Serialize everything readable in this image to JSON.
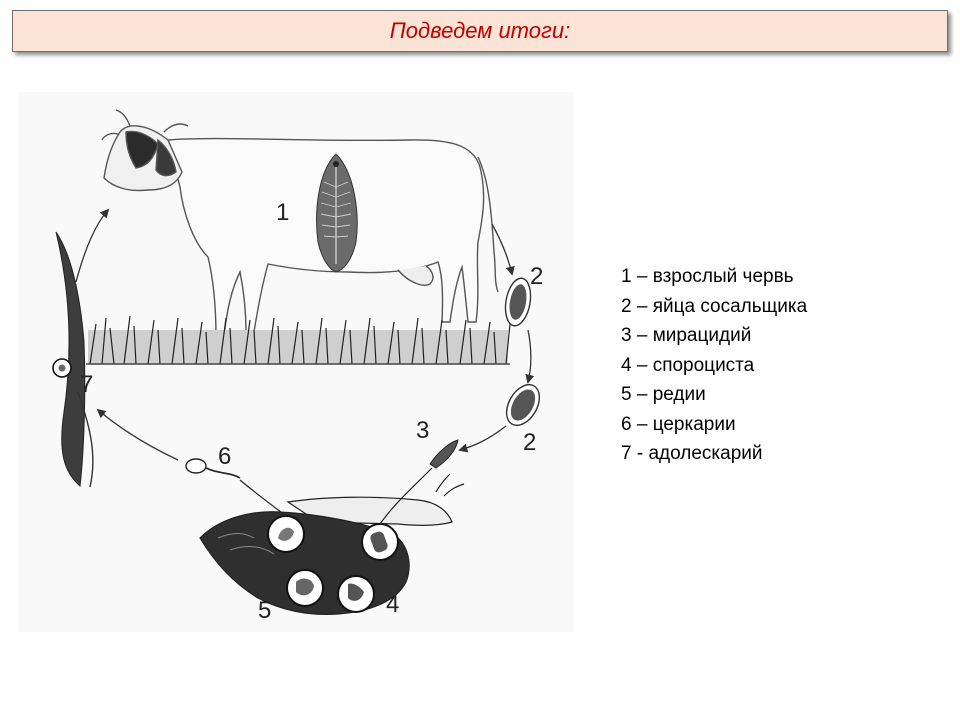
{
  "header": {
    "title": "Подведем итоги:"
  },
  "diagram": {
    "labels": {
      "l1": "1",
      "l2a": "2",
      "l2b": "2",
      "l3": "3",
      "l4": "4",
      "l5": "5",
      "l6": "6",
      "l7": "7"
    }
  },
  "legend": {
    "items": [
      "1 – взрослый червь",
      "2 – яйца сосальщика",
      "3 – мирацидий",
      "4 – спороциста",
      "5 – редии",
      "6 – церкарии",
      "7 - адолескарий"
    ]
  },
  "colors": {
    "title_text": "#c00000",
    "title_background": "#fbe4d5"
  }
}
